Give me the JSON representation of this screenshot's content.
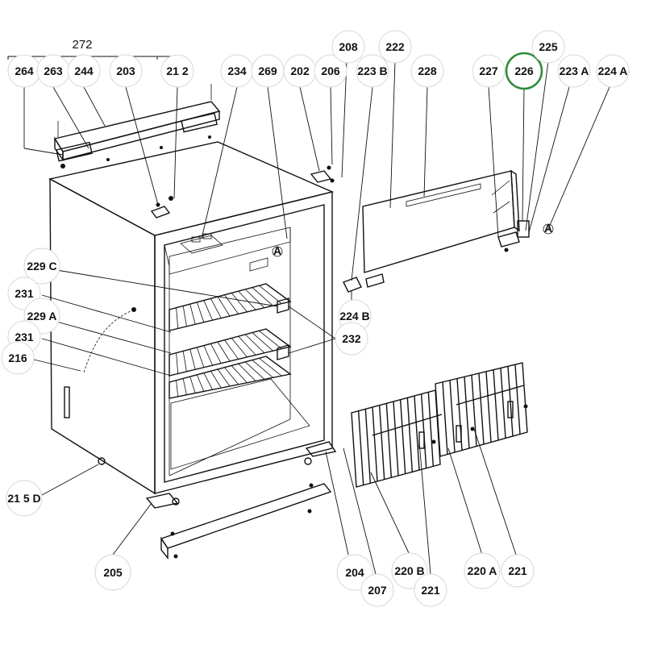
{
  "diagram": {
    "group_label": "272",
    "highlight_color": "#2e8b3a",
    "circle_color": "#d8d8d8",
    "callouts": [
      {
        "id": "264",
        "text": "264"
      },
      {
        "id": "263",
        "text": "263"
      },
      {
        "id": "244",
        "text": "244"
      },
      {
        "id": "203",
        "text": "203"
      },
      {
        "id": "212",
        "text": "21 2"
      },
      {
        "id": "234",
        "text": "234"
      },
      {
        "id": "269",
        "text": "269"
      },
      {
        "id": "202",
        "text": "202"
      },
      {
        "id": "206",
        "text": "206"
      },
      {
        "id": "208",
        "text": "208"
      },
      {
        "id": "223b",
        "text": "223 B"
      },
      {
        "id": "222",
        "text": "222"
      },
      {
        "id": "228",
        "text": "228"
      },
      {
        "id": "227",
        "text": "227"
      },
      {
        "id": "226",
        "text": "226",
        "highlighted": true
      },
      {
        "id": "225",
        "text": "225"
      },
      {
        "id": "223a",
        "text": "223 A"
      },
      {
        "id": "224a",
        "text": "224 A"
      },
      {
        "id": "229c",
        "text": "229 C"
      },
      {
        "id": "231a",
        "text": "231"
      },
      {
        "id": "229a",
        "text": "229 A"
      },
      {
        "id": "231b",
        "text": "231"
      },
      {
        "id": "216",
        "text": "216"
      },
      {
        "id": "224b",
        "text": "224 B"
      },
      {
        "id": "232",
        "text": "232"
      },
      {
        "id": "215d",
        "text": "21 5 D"
      },
      {
        "id": "205",
        "text": "205"
      },
      {
        "id": "204",
        "text": "204"
      },
      {
        "id": "207",
        "text": "207"
      },
      {
        "id": "220b",
        "text": "220 B"
      },
      {
        "id": "221a",
        "text": "221"
      },
      {
        "id": "220a",
        "text": "220 A"
      },
      {
        "id": "221b",
        "text": "221"
      }
    ],
    "markers": [
      {
        "id": "a1",
        "text": "A"
      },
      {
        "id": "a2",
        "text": "A"
      }
    ]
  }
}
